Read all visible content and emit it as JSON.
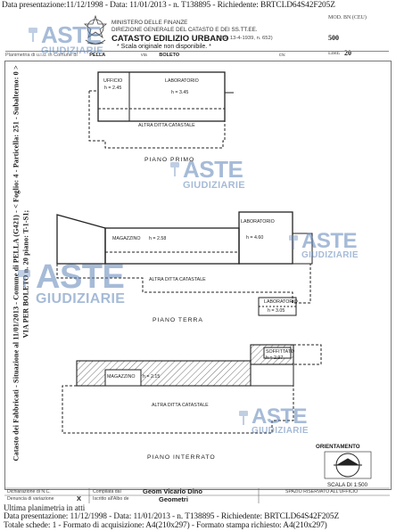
{
  "header": {
    "line1": "Data presentazione:11/12/1998 - Data: 11/01/2013 - n. T138895 - Richiedente: BRTCLD64S42F205Z",
    "ministry_1": "MINISTERO DELLE FINANZE",
    "ministry_2": "DIREZIONE GENERALE DEL CATASTO E DEI SS.TT.EE.",
    "catasto_title": "CATASTO EDILIZIO URBANO",
    "rdl": "(RDL 13-4-1939, n. 652)",
    "scala_note": "* Scala originale non disponibile. *",
    "mod": "MOD. BN (CEU)",
    "code_500": "500",
    "lire": "LIRE",
    "code_20": "20"
  },
  "plan_header": {
    "label": "Planimetria di u.i.u. in Comune di",
    "comune": "PELLA",
    "via_label": "via",
    "via": "BOLETO",
    "civ": "civ."
  },
  "sidebar": {
    "line1": "Catasto dei Fabbricati - Situazione al 11/01/2013 - Comune di PELLA (G421) - < Foglio: 4 - Particella: 251 - Subalterno: 0 >",
    "line2": "VIA PER BOLETO n. 20 piano: T-1-S1;"
  },
  "floors": {
    "primo": {
      "title": "PIANO PRIMO",
      "rooms": [
        {
          "name": "UFFICIO",
          "height": "h = 2.45"
        },
        {
          "name": "LABORATORIO",
          "height": "h = 3.45"
        }
      ],
      "other": "ALTRA DITTA CATASTALE"
    },
    "terra": {
      "title": "PIANO TERRA",
      "rooms": [
        {
          "name": "MAGAZZINO",
          "height": "h = 2.58"
        },
        {
          "name": "LABORATORIO",
          "height": "h = 4.60"
        },
        {
          "name": "LABORATORIO",
          "height": "h = 3.05"
        }
      ],
      "other": "ALTRA DITTA CATASTALE"
    },
    "interrato": {
      "title": "PIANO INTERRATO",
      "rooms": [
        {
          "name": "MAGAZZINO",
          "height": "h = 2.15"
        },
        {
          "name": "SOFFITTATO",
          "height": "h = 2.97"
        }
      ],
      "other": "ALTRA DITTA CATASTALE"
    }
  },
  "orientation": {
    "label": "ORIENTAMENTO",
    "scale": "SCALA DI 1:500"
  },
  "footer": {
    "dich_label": "Dichiarazione di N.C.",
    "compilata": "Compilata dal",
    "technician": "Geom Vicario Dino",
    "spazio": "SPAZIO RISERVATO ALL'UFFICIO",
    "denuncia": "Denuncia di variazione",
    "x_mark": "X",
    "iscritto": "Iscritto all'Albo de",
    "geometri": "Geometri",
    "ultima": "Ultima planimetria in atti",
    "line_data": "Data presentazione: 11/12/1998 - Data: 11/01/2013 - n. T138895 - Richiedente: BRTCLD64S42F205Z",
    "line_totale": "Totale schede: 1 - Formato di acquisizione: A4(210x297) - Formato stampa richiesto: A4(210x297)"
  },
  "watermark": {
    "big": "ASTE",
    "small": "GIUDIZIARIE"
  }
}
